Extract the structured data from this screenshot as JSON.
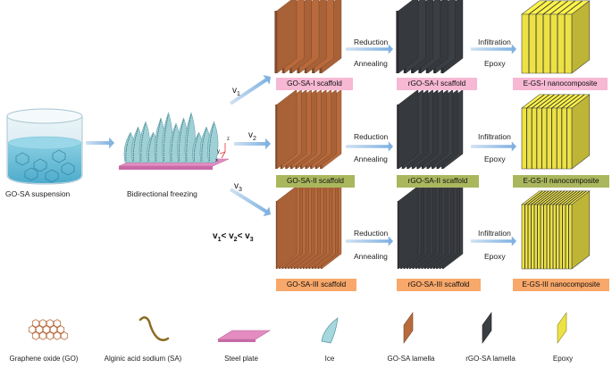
{
  "colors": {
    "pink_label": "#f6b8d2",
    "olive_label": "#aab75d",
    "orange_label": "#f8a86a",
    "go_lamella": "#b86a3c",
    "rgo_lamella": "#3b3e42",
    "epoxy": "#ede244",
    "arrow_blue": "#8fb8e4"
  },
  "start": {
    "suspension_label": "GO-SA  suspension",
    "freezing_label": "Bidirectional freezing"
  },
  "velocities": {
    "v1": "v",
    "v1_sub": "1",
    "v2": "v",
    "v2_sub": "2",
    "v3": "v",
    "v3_sub": "3",
    "relation": "v",
    "relation_parts": [
      "v",
      "1",
      "< v",
      "2",
      "< v",
      "3"
    ]
  },
  "steps": {
    "reduction": "Reduction",
    "annealing": "Annealing",
    "infiltration": "Infiltration",
    "epoxy": "Epoxy"
  },
  "rows": [
    {
      "scaffold": "GO-SA-I scaffold",
      "rgo": "rGO-SA-I scaffold",
      "composite": "E-GS-I nanocomposite",
      "lamellae": 7
    },
    {
      "scaffold": "GO-SA-II scaffold",
      "rgo": "rGO-SA-II scaffold",
      "composite": "E-GS-II nanocomposite",
      "lamellae": 10
    },
    {
      "scaffold": "GO-SA-III scaffold",
      "rgo": "rGO-SA-III scaffold",
      "composite": "E-GS-III nanocomposite",
      "lamellae": 16
    }
  ],
  "legend": [
    {
      "label": "Graphene oxide (GO)",
      "icon": "graphene-oxide-icon"
    },
    {
      "label": "Alginic acid sodium (SA)",
      "icon": "alginic-acid-icon"
    },
    {
      "label": "Steel plate",
      "icon": "steel-plate-icon"
    },
    {
      "label": "Ice",
      "icon": "ice-icon"
    },
    {
      "label": "GO-SA lamella",
      "icon": "go-sa-lamella-icon"
    },
    {
      "label": "rGO-SA lamella",
      "icon": "rgo-sa-lamella-icon"
    },
    {
      "label": "Epoxy",
      "icon": "epoxy-icon"
    }
  ],
  "axes": {
    "x": "x",
    "y": "y",
    "z": "z"
  }
}
